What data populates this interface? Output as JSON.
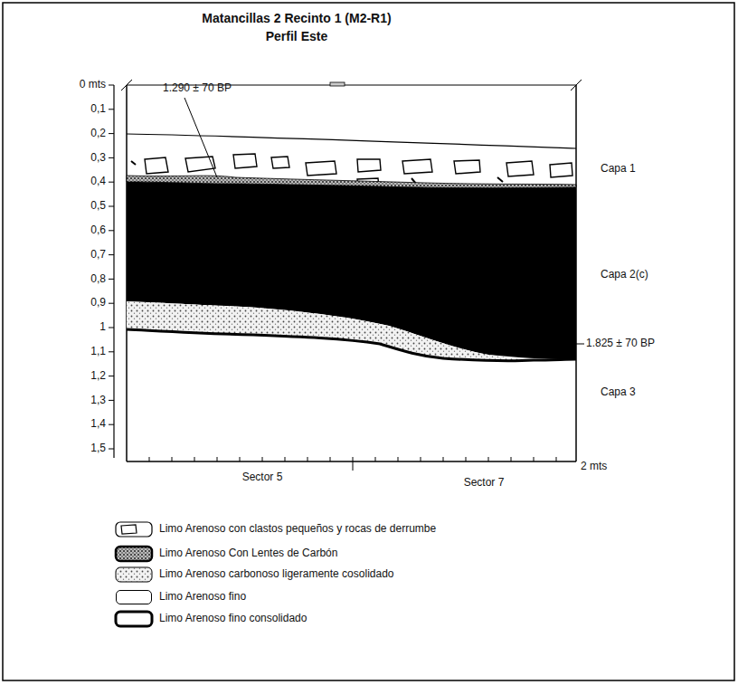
{
  "diagram": {
    "title": "Matancillas 2 Recinto 1 (M2-R1)",
    "labels": [
      "Perfil Este",
      "0 mts",
      "0,1",
      "0,2",
      "0,3",
      "0,4",
      "0,5",
      "0,6",
      "0,7",
      "0,8",
      "0,9",
      "1",
      "1,1",
      "1,2",
      "1,3",
      "1,4",
      "1,5",
      "1.290 ± 70 BP",
      "Capa 1",
      "Capa 2(c)",
      "1.825 ± 70 BP",
      "Capa 3",
      "Sector 5",
      "Sector 7",
      "2 mts"
    ],
    "legend": [
      {
        "text": "Limo Arenoso con clastos pequeños y rocas de derrumbe"
      },
      {
        "text": "Limo Arenoso Con Lentes  de Carbón"
      },
      {
        "text": "Limo Arenoso carbonoso ligeramente cosolidado"
      },
      {
        "text": "Limo Arenoso fino",
        "color": "#ffffff"
      },
      {
        "text": "Limo Arenoso fino consolidado"
      }
    ]
  }
}
